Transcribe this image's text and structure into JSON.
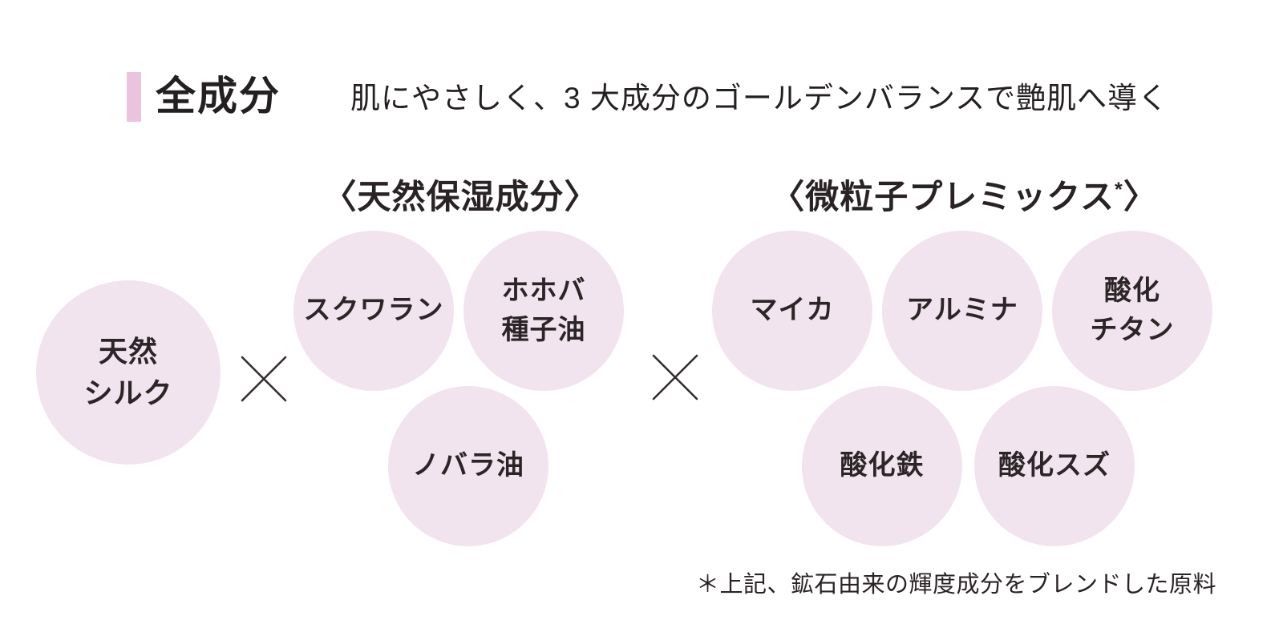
{
  "header": {
    "title": "全成分",
    "subtitle": "肌にやさしく、3 大成分のゴールデンバランスで艶肌へ導く"
  },
  "formula": {
    "base": {
      "line1": "天然",
      "line2": "シルク"
    },
    "operator": "×",
    "group1": {
      "heading": "〈天然保湿成分〉",
      "circles": [
        {
          "line1": "スクワラン"
        },
        {
          "line1": "ホホバ",
          "line2": "種子油"
        },
        {
          "line1": "ノバラ油"
        }
      ]
    },
    "group2": {
      "heading_main": "〈微粒子プレミックス",
      "heading_sup": "*",
      "heading_close": "〉",
      "circles": [
        {
          "line1": "マイカ"
        },
        {
          "line1": "アルミナ"
        },
        {
          "line1": "酸化",
          "line2": "チタン"
        },
        {
          "line1": "酸化鉄"
        },
        {
          "line1": "酸化スズ"
        }
      ]
    }
  },
  "footnote": "＊上記、鉱石由来の輝度成分をブレンドした原料",
  "colors": {
    "circle_fill": "#f2e4ee",
    "accent_bar": "#eac3de",
    "text": "#2c2527",
    "operator": "#342c2e"
  }
}
